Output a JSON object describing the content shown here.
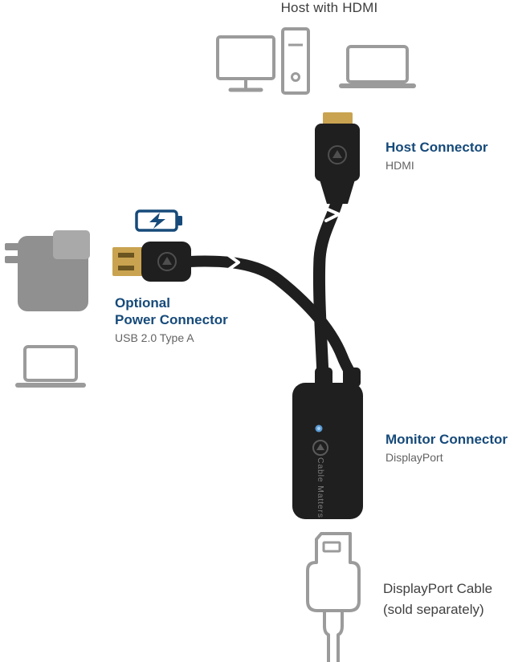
{
  "title": "Host with HDMI",
  "host_connector": {
    "label": "Host Connector",
    "sub": "HDMI"
  },
  "power_connector": {
    "label_line1": "Optional",
    "label_line2": "Power Connector",
    "sub": "USB 2.0 Type A"
  },
  "monitor_connector": {
    "label": "Monitor Connector",
    "sub": "DisplayPort"
  },
  "displayport_cable": {
    "label": "DisplayPort Cable",
    "sub": "(sold separately)"
  },
  "brand": {
    "name": "Cable Matters"
  },
  "colors": {
    "accent_navy": "#164a7a",
    "text_dark": "#3d3d3d",
    "text_muted": "#636363",
    "icon_gray": "#9b9b9b",
    "device_black": "#1f1f1f",
    "connector_gold": "#c9a350",
    "led_blue": "#5b9bd5",
    "charger_gray": "#909090"
  }
}
